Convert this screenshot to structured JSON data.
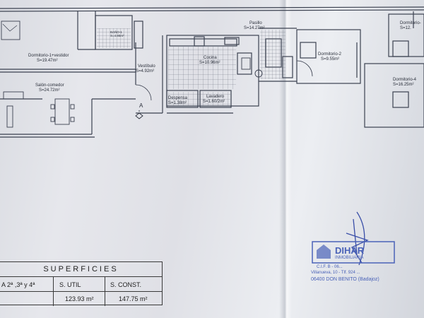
{
  "rooms": [
    {
      "id": "dormitorio1",
      "name": "Dormitorio-1+vestidor",
      "area": "S=19.47m²"
    },
    {
      "id": "bano1",
      "name": "BAÑO-1",
      "area": "S=4.86m²"
    },
    {
      "id": "salon",
      "name": "Salón-comedor",
      "area": "S=24.72m²"
    },
    {
      "id": "vestibulo",
      "name": "Vestíbulo",
      "area": "S=4.92m²"
    },
    {
      "id": "cocina",
      "name": "Cocina",
      "area": "S=10.96m²"
    },
    {
      "id": "despensa",
      "name": "Despensa",
      "area": "S=1.38m²"
    },
    {
      "id": "lavadero",
      "name": "Lavadero",
      "area": "S=1.60/2m²"
    },
    {
      "id": "pasillo",
      "name": "Pasillo",
      "area": "S=14.27m²"
    },
    {
      "id": "dormitorio2",
      "name": "Dormitorio-2",
      "area": "S=9.55m²"
    },
    {
      "id": "dormitorio3",
      "name": "Dormitorio-",
      "area": "S=12."
    },
    {
      "id": "dormitorio4",
      "name": "Dormitorio-4",
      "area": "S=16.25m²"
    }
  ],
  "section_marker": "A",
  "superficies": {
    "title": "SUPERFICIES",
    "floors_label": "A 2ª ,3ª y 4ª",
    "util_label": "S. UTIL",
    "const_label": "S. CONST.",
    "util_value": "123.93 m²",
    "const_value": "147.75 m²"
  },
  "stamp": {
    "brand": "DIHAR",
    "sub": "INMOBILIARIA",
    "cif": "C.I.F. B - 06...",
    "address": "Villanueva, 10 - Tlf. 924 ...",
    "city": "06400 DON BENITO (Badajoz)",
    "color": "#4a62b8"
  }
}
